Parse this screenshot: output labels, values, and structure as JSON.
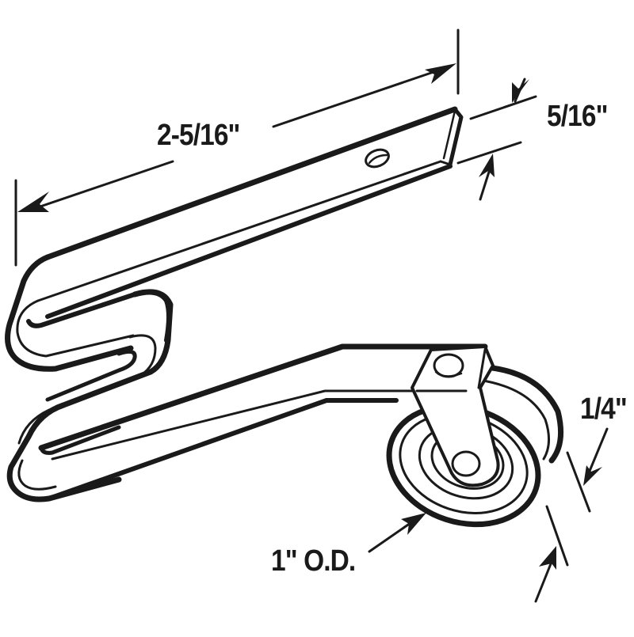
{
  "diagram": {
    "subject": "sliding door roller with spring bracket",
    "line_color": "#1a1a1a",
    "background": "#ffffff"
  },
  "dimensions": {
    "length": "2-5/16\"",
    "width": "5/16\"",
    "wheel_width": "1/4\"",
    "wheel_diameter": "1\" O.D."
  }
}
